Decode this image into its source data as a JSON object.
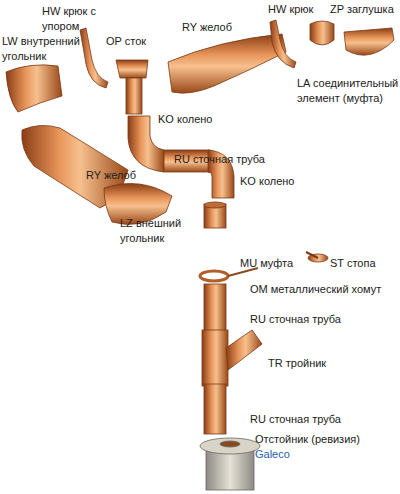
{
  "diagram": {
    "labels": [
      "HW крюк с упором",
      "RY желоб",
      "HW крюк",
      "ZP заглушка",
      "LW внутренний угольник",
      "OP сток",
      "LA соединительный элемент (муфта)",
      "KO колено",
      "RY желоб",
      "RU сточная труба",
      "KO колено",
      "LZ внешний угольник",
      "MU муфта",
      "ST стопа",
      "OM металлический хомут",
      "RU сточная труба",
      "TR тройник",
      "RU сточная труба",
      "Отстойник (ревизия)",
      "Galeco"
    ]
  }
}
